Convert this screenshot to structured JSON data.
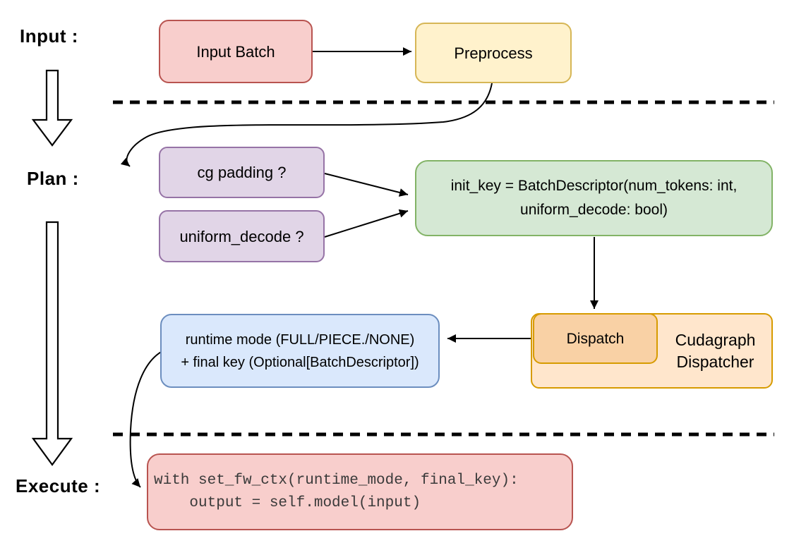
{
  "diagram": {
    "stage_labels": {
      "input": "Input :",
      "plan": "Plan :",
      "execute": "Execute :"
    },
    "nodes": {
      "input_batch": {
        "label": "Input Batch"
      },
      "preprocess": {
        "label": "Preprocess"
      },
      "cg_padding": {
        "label": "cg padding ?"
      },
      "uniform_decode": {
        "label": "uniform_decode ?"
      },
      "init_key": {
        "line1": "init_key = BatchDescriptor(num_tokens: int,",
        "line2": "uniform_decode: bool)"
      },
      "dispatch": {
        "label": "Dispatch"
      },
      "cudagraph_dispatcher": {
        "line1": "Cudagraph",
        "line2": "Dispatcher"
      },
      "runtime_mode": {
        "line1": "runtime mode (FULL/PIECE./NONE)",
        "line2": "+ final key (Optional[BatchDescriptor])"
      },
      "execute_code": {
        "line1": "with set_fw_ctx(runtime_mode, final_key):",
        "line2": "    output = self.model(input)"
      }
    },
    "edges": [
      {
        "from": "input_batch",
        "to": "preprocess"
      },
      {
        "from": "preprocess",
        "to": "cg_padding"
      },
      {
        "from": "cg_padding",
        "to": "init_key"
      },
      {
        "from": "uniform_decode",
        "to": "init_key"
      },
      {
        "from": "init_key",
        "to": "dispatch"
      },
      {
        "from": "dispatch",
        "to": "runtime_mode"
      },
      {
        "from": "runtime_mode",
        "to": "execute_code"
      }
    ],
    "colors": {
      "red_fill": "#f8cecc",
      "red_stroke": "#b85450",
      "yellow_fill": "#fff2cc",
      "yellow_stroke": "#d6b656",
      "purple_fill": "#e1d5e7",
      "purple_stroke": "#9673a6",
      "green_fill": "#d5e8d4",
      "green_stroke": "#82b366",
      "orange_fill": "#ffe6cc",
      "orange_inner_fill": "#f9d1a5",
      "orange_stroke": "#d79b00",
      "blue_fill": "#dae8fc",
      "blue_stroke": "#6c8ebf",
      "line_color": "#000000",
      "code_text_color": "#3a3a3a"
    }
  }
}
